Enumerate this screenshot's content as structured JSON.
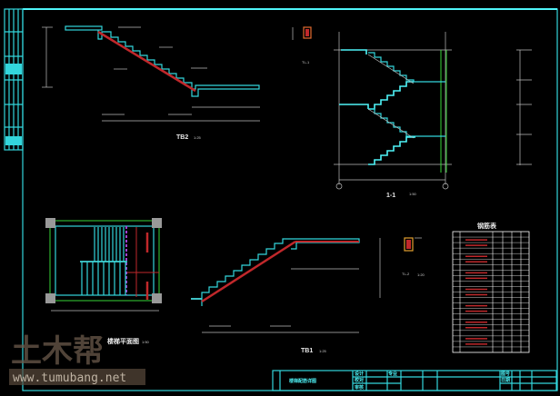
{
  "drawing": {
    "tb2": {
      "label": "TB2",
      "scale": "1:25"
    },
    "section": {
      "label": "1-1",
      "scale": "1:50"
    },
    "plan": {
      "label": "楼梯平面图",
      "scale": "1:50"
    },
    "tb1": {
      "label": "TB1",
      "scale": "1:25"
    },
    "tl1": {
      "label": "TL-1"
    },
    "tl2": {
      "label": "TL-2",
      "scale": "1:20"
    },
    "table": {
      "title": "钢筋表",
      "rows": 20,
      "cols": 6
    }
  },
  "title_block": {
    "drawing_name": "楼梯配筋详图",
    "cells": [
      "设计",
      "校对",
      "审核",
      "专业",
      "图号",
      "日期"
    ]
  },
  "watermark": {
    "logo": "土木帮",
    "url": "www.tumubang.net"
  },
  "colors": {
    "bg": "#000000",
    "border": "#33d6dc",
    "rebar": "#c0282b",
    "beam": "#39d439"
  }
}
